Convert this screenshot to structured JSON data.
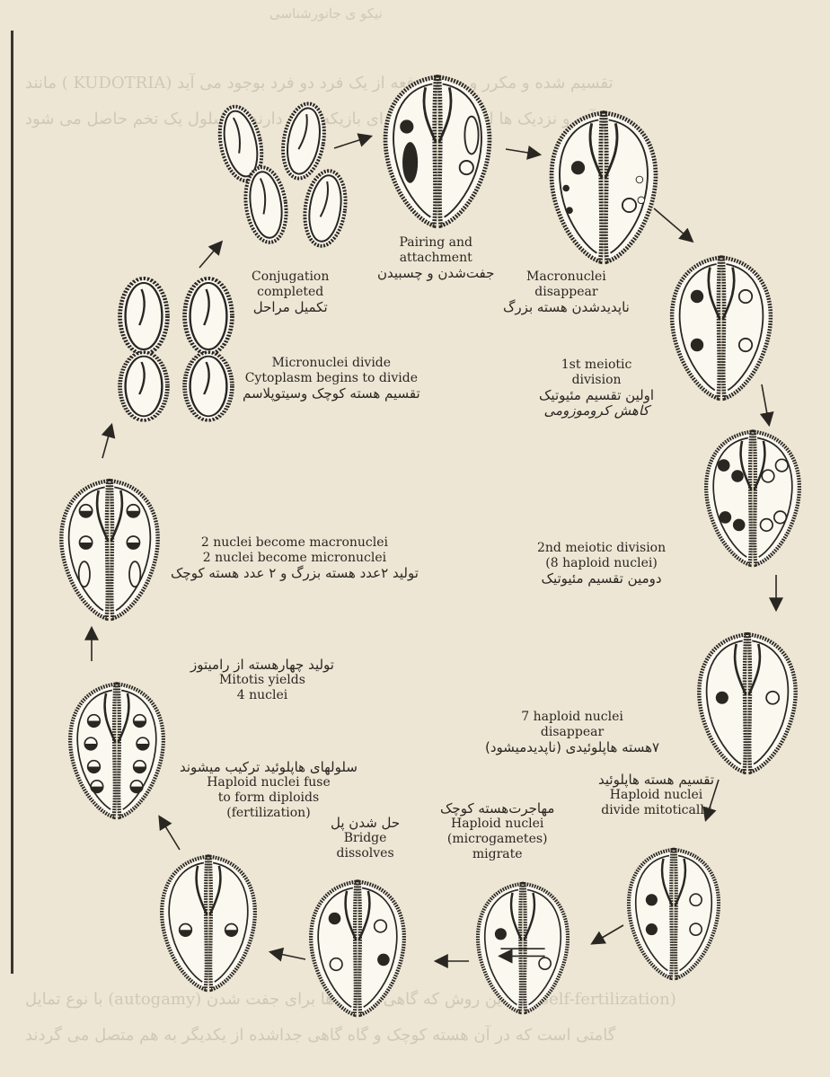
{
  "page": {
    "top_header": "نیکو ی جانورشناسی",
    "bleed_top_line1": "تقسیم شده و مکرر و در هر دفعه از یک فرد دو فرد بوجود می آید (KUDOTRIA ) مانند",
    "bleed_top_line2": "در آب و نزدیک ها است و در ناحیه ای بازیکه قرار دارند به سلول یک تخم حاصل می شود",
    "bleed_bottom_line1": "(Self-fertilization) در این روش که گاهی سلول ها برای جفت شدن (autogamy) با نوع تمایل",
    "bleed_bottom_line2": "گامتی است که در آن هسته کوچک و گاه گاهی جداشده از یکدیگر به هم متصل می گردند"
  },
  "stages": {
    "pairing": {
      "en1": "Pairing and",
      "en2": "attachment",
      "fa": "جفت‌شدن و چسبیدن"
    },
    "macro_disappear": {
      "en1": "Macronuclei",
      "en2": "disappear",
      "fa": "ناپدیدشدن هسته بزرگ"
    },
    "meiotic1": {
      "en1": "1st meiotic",
      "en2": "division",
      "fa": "اولین تقسیم مئیوتیک",
      "fa2": "کاهش کروموزومی"
    },
    "meiotic2": {
      "en1": "2nd meiotic division",
      "en2": "(8 haploid nuclei)",
      "fa": "دومین تقسیم مئیوتیک"
    },
    "haploid_disappear": {
      "en1": "7 haploid nuclei",
      "en2": "disappear",
      "fa": "۷هسته هاپلوئیدی (ناپدیدمیشود)"
    },
    "haploid_divide": {
      "fa": "تقسیم هسته هاپلوئید",
      "en1": "Haploid nuclei",
      "en2": "divide mitotically"
    },
    "migrate": {
      "fa": "مهاجرت‌هسته کوچک",
      "en1": "Haploid nuclei",
      "en2": "(microgametes)",
      "en3": "migrate"
    },
    "bridge": {
      "fa": "حل شدن پل",
      "en1": "Bridge",
      "en2": "dissolves"
    },
    "fuse": {
      "fa": "سلولهای هاپلوئید ترکیب میشوند",
      "en1": "Haploid nuclei fuse",
      "en2": "to form diploids",
      "en3": "(fertilization)"
    },
    "mitosis": {
      "fa": "تولید چهارهسته از رامیتوز",
      "en1": "Mitotis yields",
      "en2": "4 nuclei"
    },
    "become": {
      "en1": "2 nuclei become macronuclei",
      "en2": "2 nuclei become micronuclei",
      "fa": "تولید ۲عدد هسته بزرگ و ۲ عدد هسته کوچک"
    },
    "micro_divide": {
      "en1": "Micronuclei divide",
      "en2": "Cytoplasm begins to divide",
      "fa": "تقسیم هسته کوچک وسیتوپلاسم"
    },
    "completed": {
      "en1": "Conjugation",
      "en2": "completed",
      "fa": "تکمیل مراحل"
    }
  }
}
